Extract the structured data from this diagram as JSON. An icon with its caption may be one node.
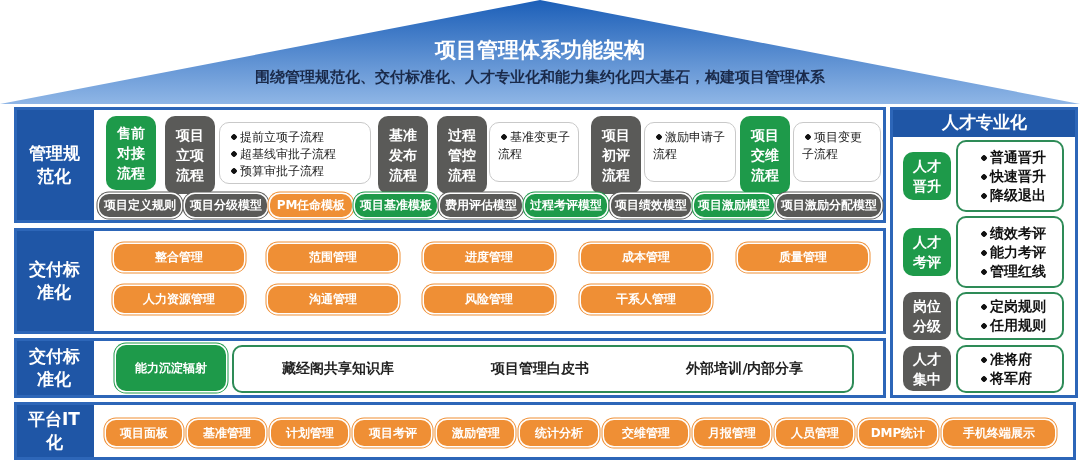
{
  "diagram": {
    "nodes": [
      {
        "text": [
          "项目管理体系功能架构",
          "围绕管理规范化、交付标准化、人才专业化和能力集约化四大基石，构建项目管理体系"
        ]
      },
      {
        "text": [
          "管理规范化"
        ]
      },
      {
        "text": [
          "售前对接流程"
        ],
        "in": 1
      },
      {
        "text": [
          "项目立项流程"
        ],
        "in": 1
      },
      {
        "text": [
          "提前立项子流程",
          "超基线审批子流程",
          "预算审批子流程"
        ],
        "in": 1
      },
      {
        "text": [
          "基准发布流程"
        ],
        "in": 1
      },
      {
        "text": [
          "过程管控流程"
        ],
        "in": 1
      },
      {
        "text": [
          "基准变更子流程"
        ],
        "in": 1
      },
      {
        "text": [
          "项目初评流程"
        ],
        "in": 1
      },
      {
        "text": [
          "激励申请子流程"
        ],
        "in": 1
      },
      {
        "text": [
          "项目交维流程"
        ],
        "in": 1
      },
      {
        "text": [
          "项目变更子流程"
        ],
        "in": 1
      },
      {
        "text": [
          "项目定义规则"
        ],
        "in": 1
      },
      {
        "text": [
          "项目分级模型"
        ],
        "in": 1
      },
      {
        "text": [
          "PM任命模板"
        ],
        "in": 1
      },
      {
        "text": [
          "项目基准模板"
        ],
        "in": 1
      },
      {
        "text": [
          "费用评估模型"
        ],
        "in": 1
      },
      {
        "text": [
          "过程考评模型"
        ],
        "in": 1
      },
      {
        "text": [
          "项目绩效模型"
        ],
        "in": 1
      },
      {
        "text": [
          "项目激励模型"
        ],
        "in": 1
      },
      {
        "text": [
          "项目激励分配模型"
        ],
        "in": 1
      },
      {
        "text": [
          "交付标准化"
        ]
      },
      {
        "text": [
          "整合管理"
        ],
        "in": 21
      },
      {
        "text": [
          "范围管理"
        ],
        "in": 21
      },
      {
        "text": [
          "进度管理"
        ],
        "in": 21
      },
      {
        "text": [
          "成本管理"
        ],
        "in": 21
      },
      {
        "text": [
          "质量管理"
        ],
        "in": 21
      },
      {
        "text": [
          "人力资源管理"
        ],
        "in": 21
      },
      {
        "text": [
          "沟通管理"
        ],
        "in": 21
      },
      {
        "text": [
          "风险管理"
        ],
        "in": 21
      },
      {
        "text": [
          "干系人管理"
        ],
        "in": 21
      },
      {
        "text": [
          "交付标准化"
        ]
      },
      {
        "text": [
          "能力沉淀辐射"
        ],
        "in": 31
      },
      {
        "text": [
          "藏经阁共享知识库",
          "项目管理白皮书",
          "外部培训/内部分享"
        ],
        "in": 31
      },
      {
        "text": [
          "平台IT化"
        ]
      },
      {
        "text": [
          "项目面板"
        ],
        "in": 34
      },
      {
        "text": [
          "基准管理"
        ],
        "in": 34
      },
      {
        "text": [
          "计划管理"
        ],
        "in": 34
      },
      {
        "text": [
          "项目考评"
        ],
        "in": 34
      },
      {
        "text": [
          "激励管理"
        ],
        "in": 34
      },
      {
        "text": [
          "统计分析"
        ],
        "in": 34
      },
      {
        "text": [
          "交维管理"
        ],
        "in": 34
      },
      {
        "text": [
          "月报管理"
        ],
        "in": 34
      },
      {
        "text": [
          "人员管理"
        ],
        "in": 34
      },
      {
        "text": [
          "DMP统计"
        ],
        "in": 34
      },
      {
        "text": [
          "手机终端展示"
        ],
        "in": 34
      },
      {
        "text": [
          "人才专业化"
        ]
      },
      {
        "text": [
          "人才晋升"
        ],
        "in": 46
      },
      {
        "text": [
          "普通晋升",
          "快速晋升",
          "降级退出"
        ],
        "in": 46
      },
      {
        "text": [
          "人才考评"
        ],
        "in": 46
      },
      {
        "text": [
          "绩效考评",
          "能力考评",
          "管理红线"
        ],
        "in": 46
      },
      {
        "text": [
          "岗位分级"
        ],
        "in": 46
      },
      {
        "text": [
          "定岗规则",
          "任用规则"
        ],
        "in": 46
      },
      {
        "text": [
          "人才集中"
        ],
        "in": 46
      },
      {
        "text": [
          "准将府",
          "将军府"
        ],
        "in": 46
      }
    ]
  }
}
